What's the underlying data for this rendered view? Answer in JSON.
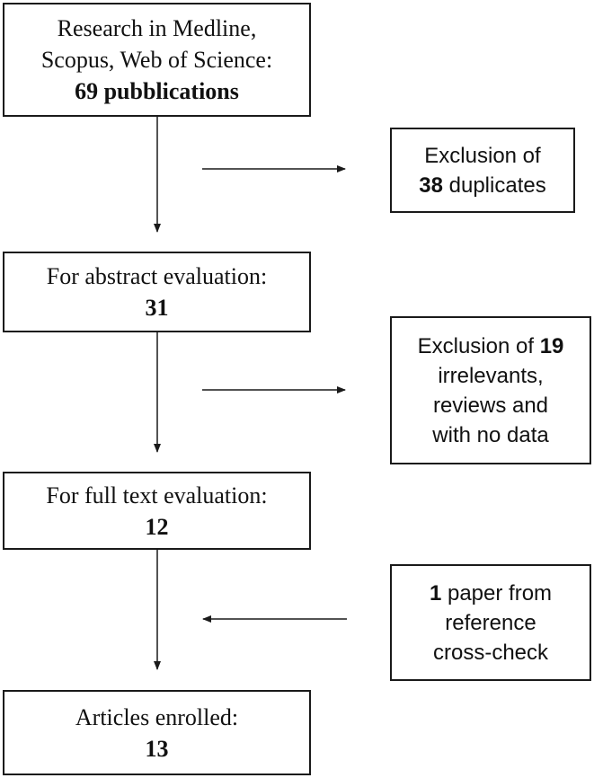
{
  "main_steps": {
    "search": {
      "line1": "Research in Medline,",
      "line2": "Scopus, Web of Science:",
      "count": "69 pubblications"
    },
    "abstract": {
      "label": "For abstract evaluation:",
      "count": "31"
    },
    "fulltext": {
      "label": "For full text evaluation:",
      "count": "12"
    },
    "enrolled": {
      "label": "Articles enrolled:",
      "count": "13"
    }
  },
  "side_steps": {
    "duplicates": {
      "line1": "Exclusion of",
      "count": "38",
      "rest": " duplicates"
    },
    "irrelevant": {
      "prefix": "Exclusion of ",
      "count": "19",
      "line2": "irrelevants,",
      "line3": "reviews and",
      "line4": "with no data"
    },
    "crosscheck": {
      "count": "1",
      "rest": " paper from",
      "line2": "reference",
      "line3": "cross-check"
    }
  }
}
